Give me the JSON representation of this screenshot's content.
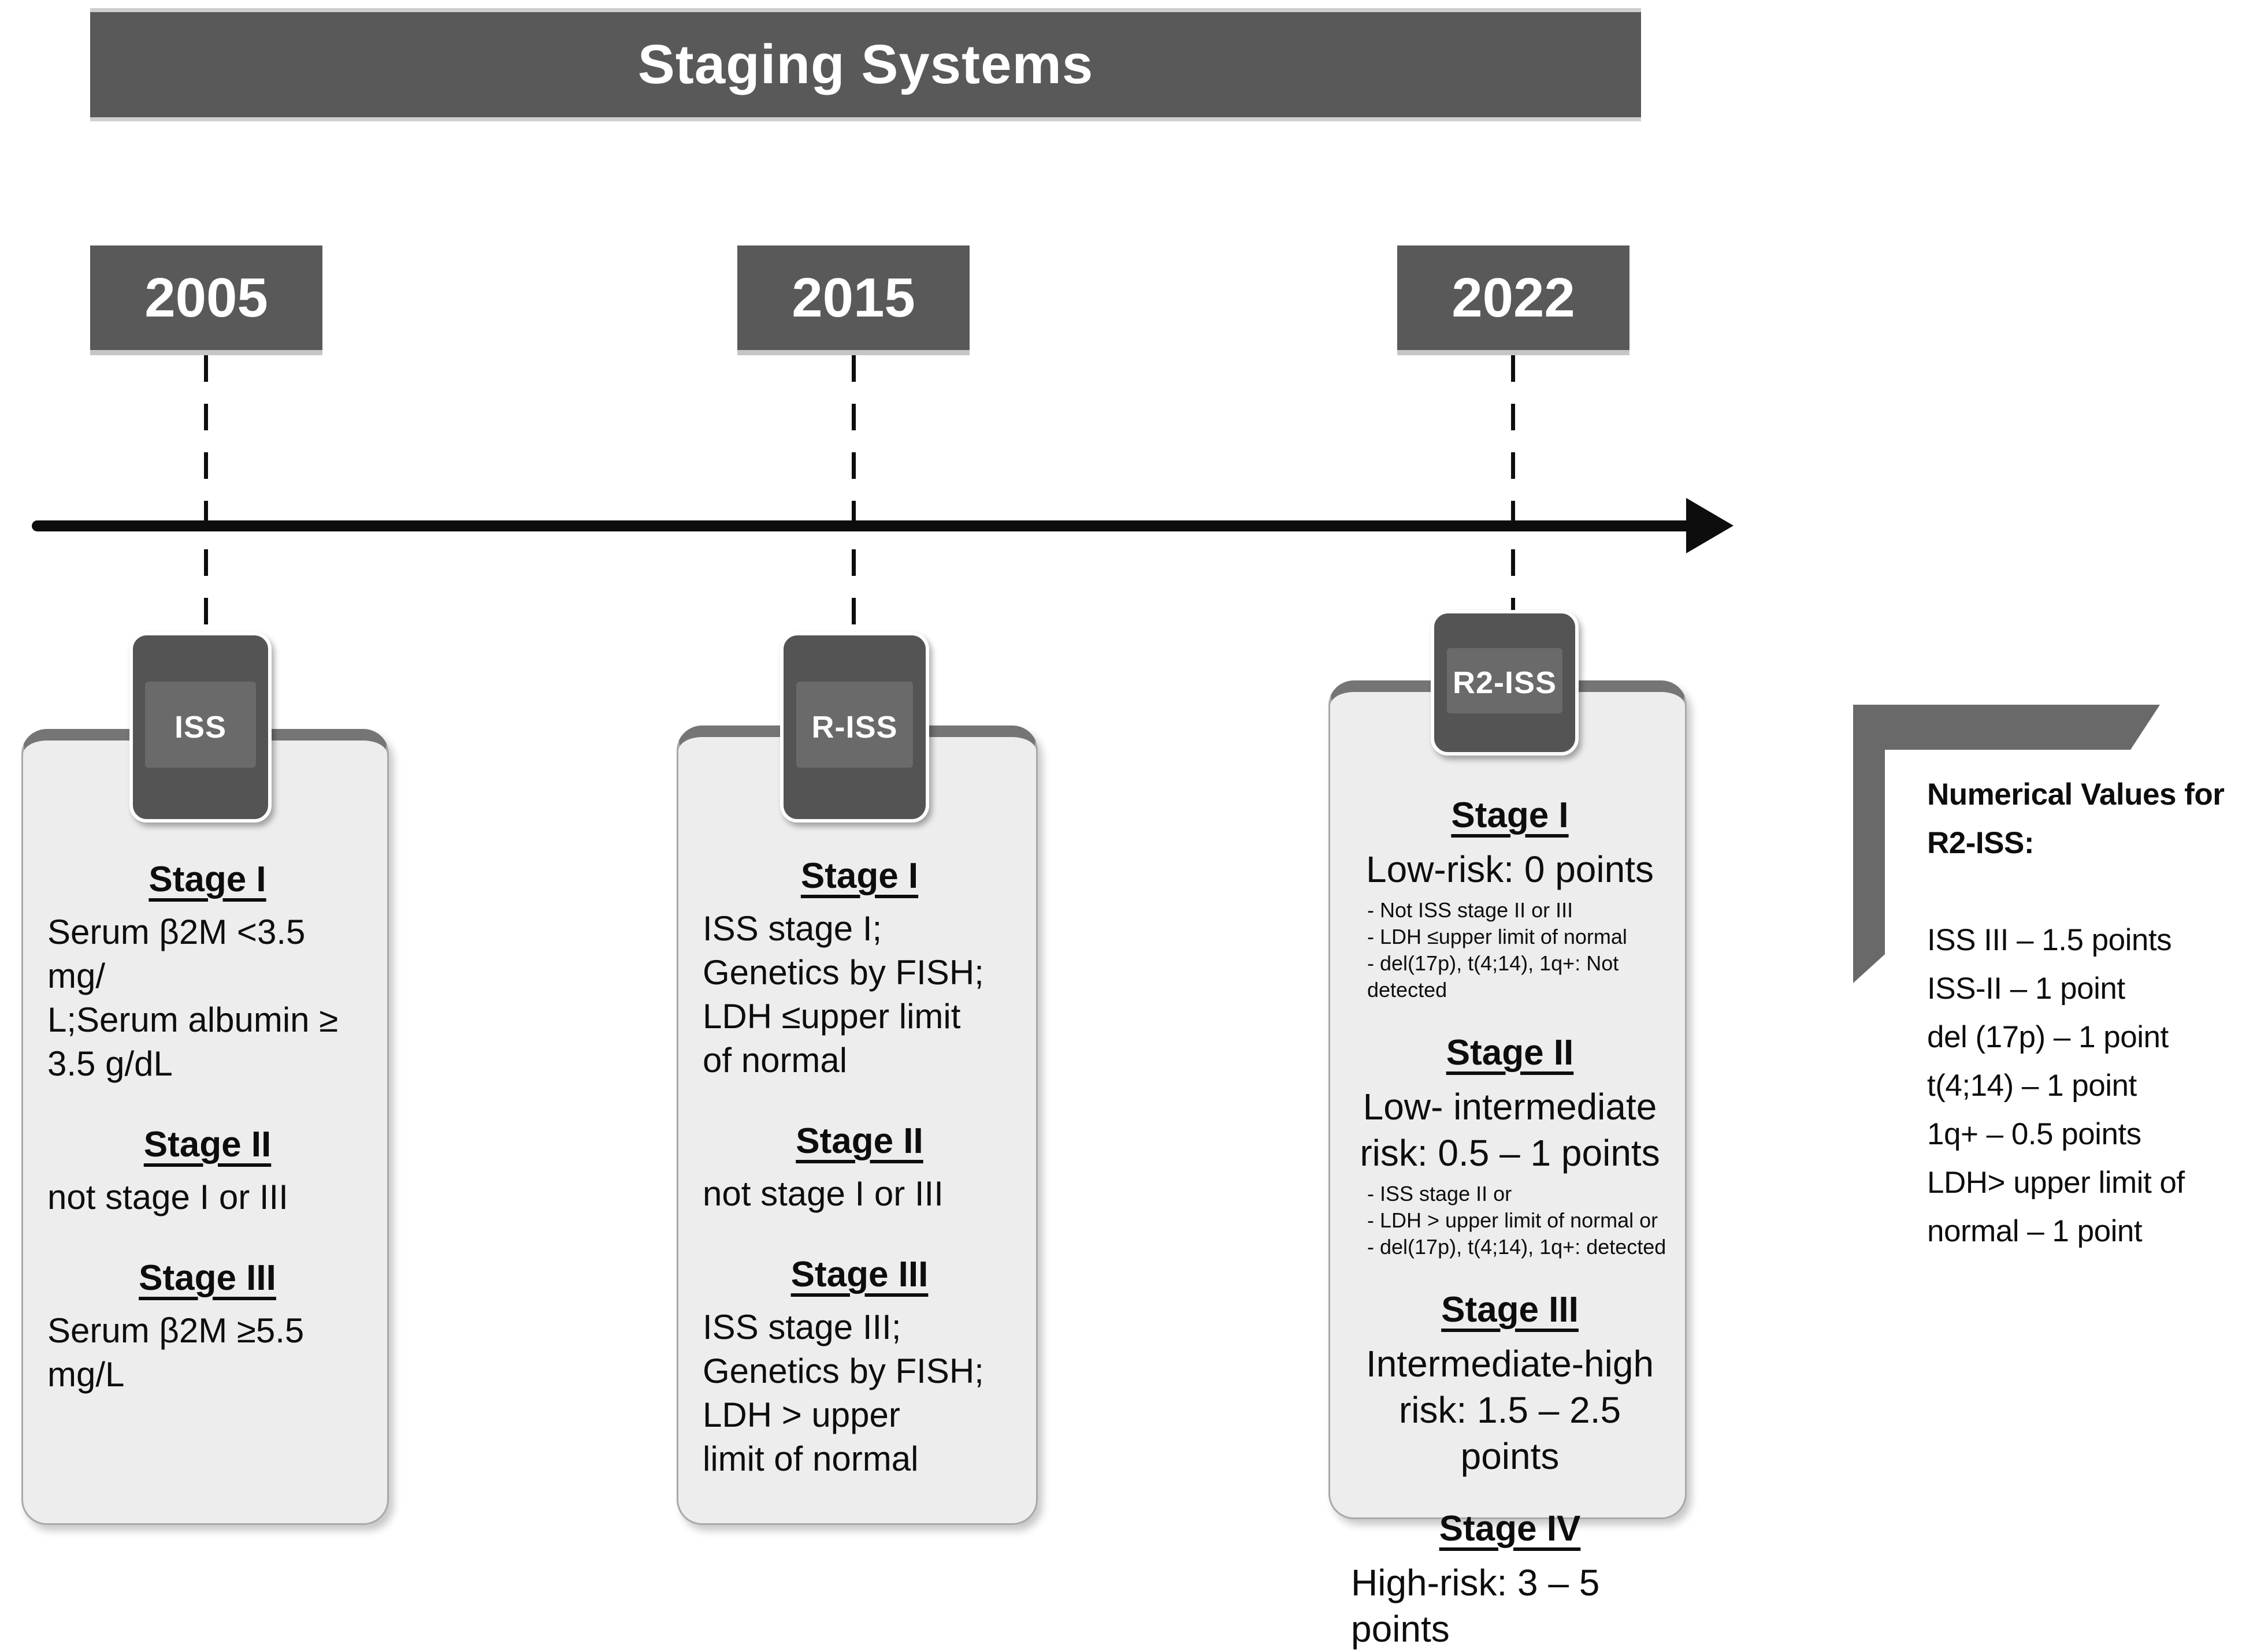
{
  "title": "Staging Systems",
  "colors": {
    "dark_gray": "#595959",
    "badge": "#545454",
    "badge_inner": "#6a6a6a",
    "card_bg": "#ededed",
    "card_top_edge": "#757575",
    "card_border": "#a9a9a9",
    "bracket": "#696969",
    "ink": "#0d0d0d"
  },
  "timeline": {
    "entries": [
      {
        "year": "2005",
        "badge": "ISS",
        "card": {
          "sections": [
            {
              "heading": "Stage I",
              "lines": [
                " Serum β2M <3.5",
                "mg/",
                "L;Serum albumin ≥",
                "3.5 g/dL"
              ]
            },
            {
              "heading": "Stage II",
              "lines": [
                "not stage I or III"
              ]
            },
            {
              "heading": "Stage III",
              "lines": [
                "Serum β2M ≥5.5",
                "mg/L"
              ]
            }
          ]
        }
      },
      {
        "year": "2015",
        "badge": "R-ISS",
        "card": {
          "sections": [
            {
              "heading": "Stage I",
              "lines": [
                "ISS stage I;",
                "Genetics by FISH;",
                "LDH ≤upper limit",
                "of normal"
              ]
            },
            {
              "heading": "Stage II",
              "lines": [
                "not stage I or III"
              ]
            },
            {
              "heading": "Stage III",
              "lines": [
                " ISS stage III;",
                "Genetics by FISH;",
                "LDH > upper",
                "limit of normal"
              ]
            }
          ]
        }
      },
      {
        "year": "2022",
        "badge": "R2-ISS",
        "card": {
          "sections": [
            {
              "heading": "Stage I",
              "risk": [
                "Low-risk: 0 points"
              ],
              "bullets": [
                "- Not ISS stage II or III",
                "- LDH  ≤upper limit of normal",
                "- del(17p), t(4;14), 1q+: Not detected"
              ]
            },
            {
              "heading": "Stage II",
              "risk": [
                "Low- intermediate",
                "risk: 0.5 – 1 points"
              ],
              "bullets": [
                "-  ISS stage II or",
                "- LDH  > upper limit of normal or",
                "- del(17p), t(4;14), 1q+: detected"
              ]
            },
            {
              "heading": "Stage III",
              "risk": [
                "Intermediate-high",
                "risk: 1.5 – 2.5 points"
              ]
            },
            {
              "heading": "Stage IV",
              "risk": [
                " High-risk: 3 – 5",
                "points"
              ]
            }
          ]
        }
      }
    ]
  },
  "legend": {
    "heading": [
      "Numerical Values for",
      "R2-ISS:"
    ],
    "lines": [
      "ISS III – 1.5 points",
      "ISS-II – 1 point",
      "del (17p) – 1 point",
      "t(4;14) – 1 point",
      "1q+ – 0.5 points",
      "LDH> upper limit of",
      "normal – 1 point"
    ]
  }
}
